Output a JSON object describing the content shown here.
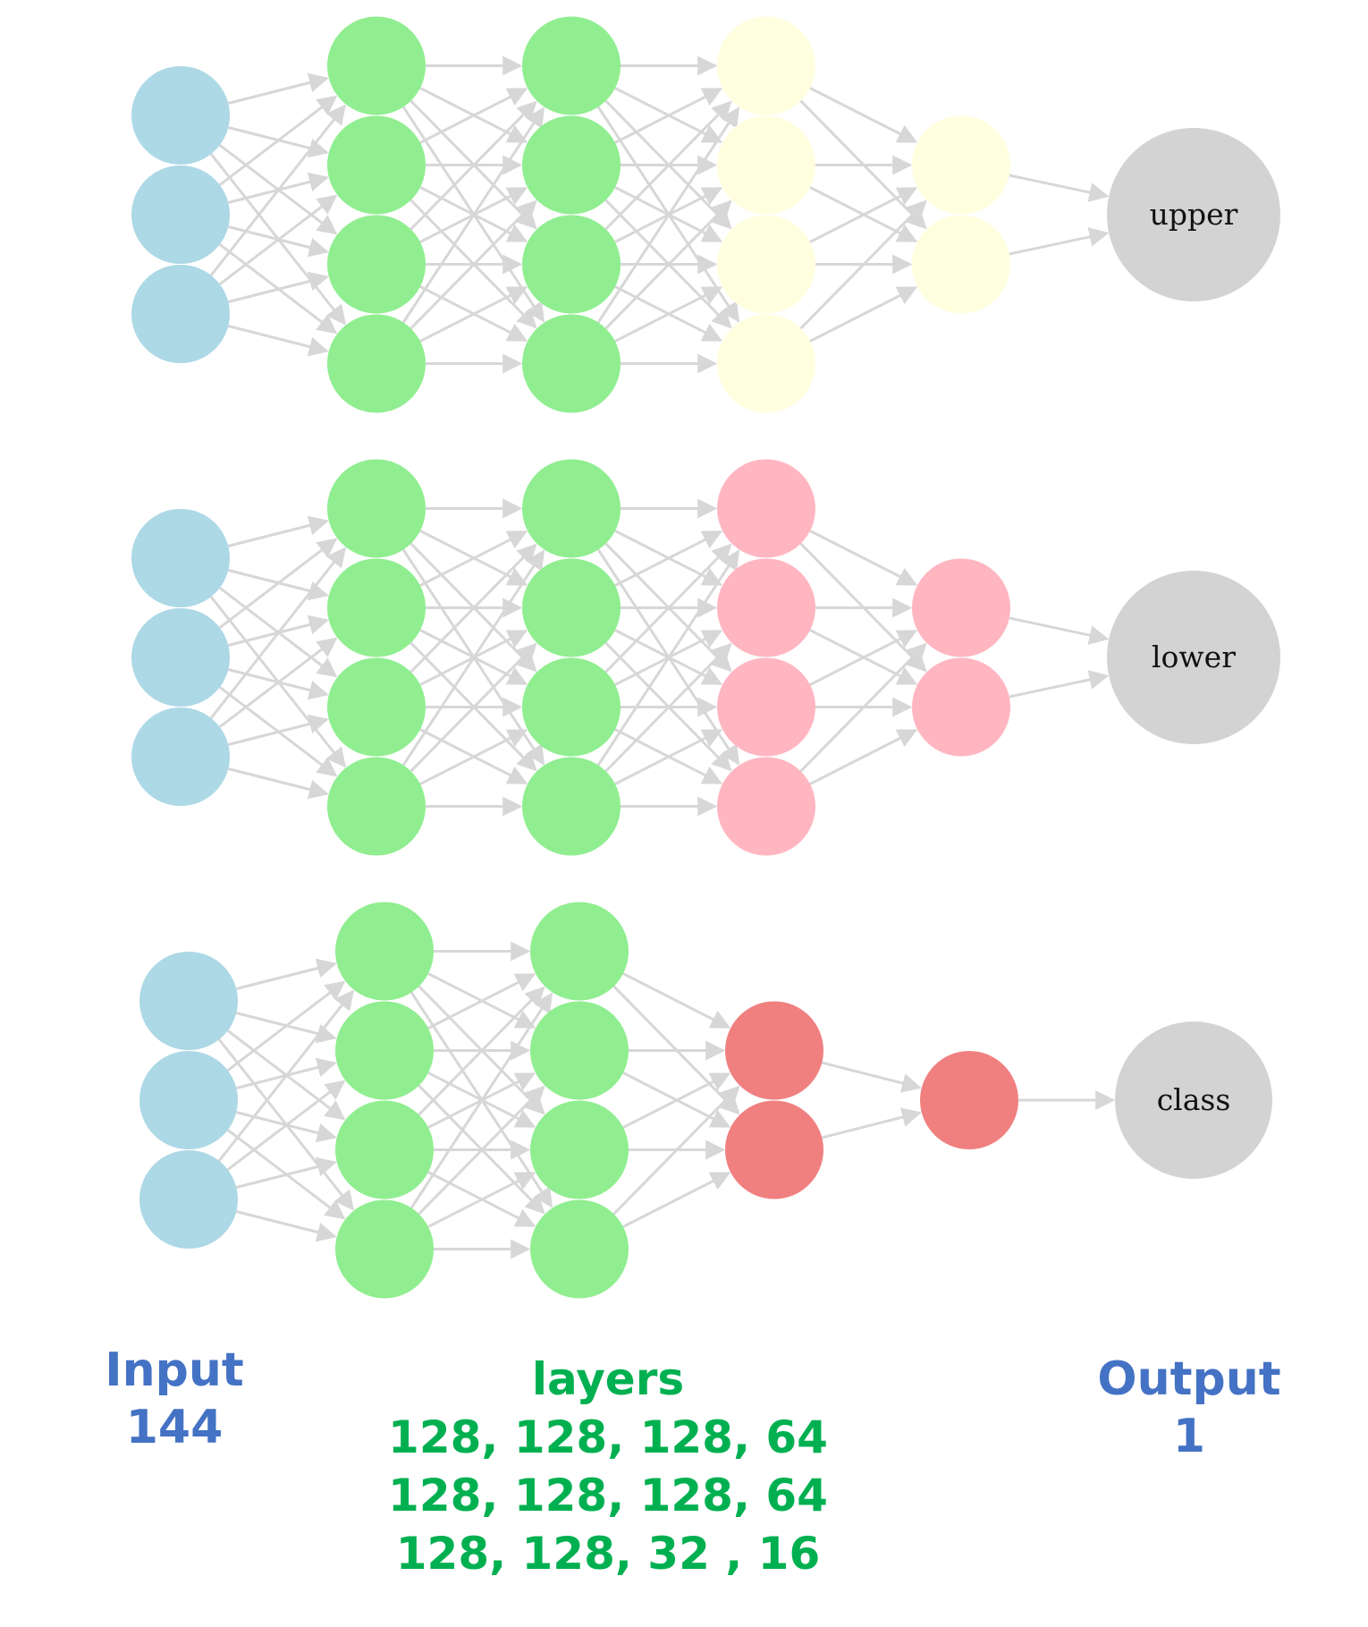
{
  "colors": {
    "input": "#add8e6",
    "hidden": "#90ee90",
    "upper_head": "#ffffe0",
    "lower_head": "#ffb6c1",
    "class_head": "#f08080",
    "output": "#d3d3d3",
    "edge": "#d7d7d7",
    "caption_blue": "#4472c4",
    "caption_green": "#00b050"
  },
  "networks": [
    {
      "name": "upper",
      "output_label": "upper",
      "layer_sizes": [
        3,
        4,
        4,
        4,
        2,
        1
      ],
      "layer_colors": [
        "input",
        "hidden",
        "hidden",
        "upper_head",
        "upper_head",
        "output"
      ]
    },
    {
      "name": "lower",
      "output_label": "lower",
      "layer_sizes": [
        3,
        4,
        4,
        4,
        2,
        1
      ],
      "layer_colors": [
        "input",
        "hidden",
        "hidden",
        "lower_head",
        "lower_head",
        "output"
      ]
    },
    {
      "name": "class",
      "output_label": "class",
      "layer_sizes": [
        3,
        4,
        4,
        2,
        1,
        1
      ],
      "layer_colors": [
        "input",
        "hidden",
        "hidden",
        "class_head",
        "class_head",
        "output"
      ]
    }
  ],
  "captions": {
    "input_title": "Input",
    "input_value": "144",
    "layers_title": "layers",
    "layers_lines": [
      "128, 128, 128, 64",
      "128, 128, 128, 64",
      "128, 128, 32 , 16"
    ],
    "output_title": "Output",
    "output_value": "1"
  }
}
